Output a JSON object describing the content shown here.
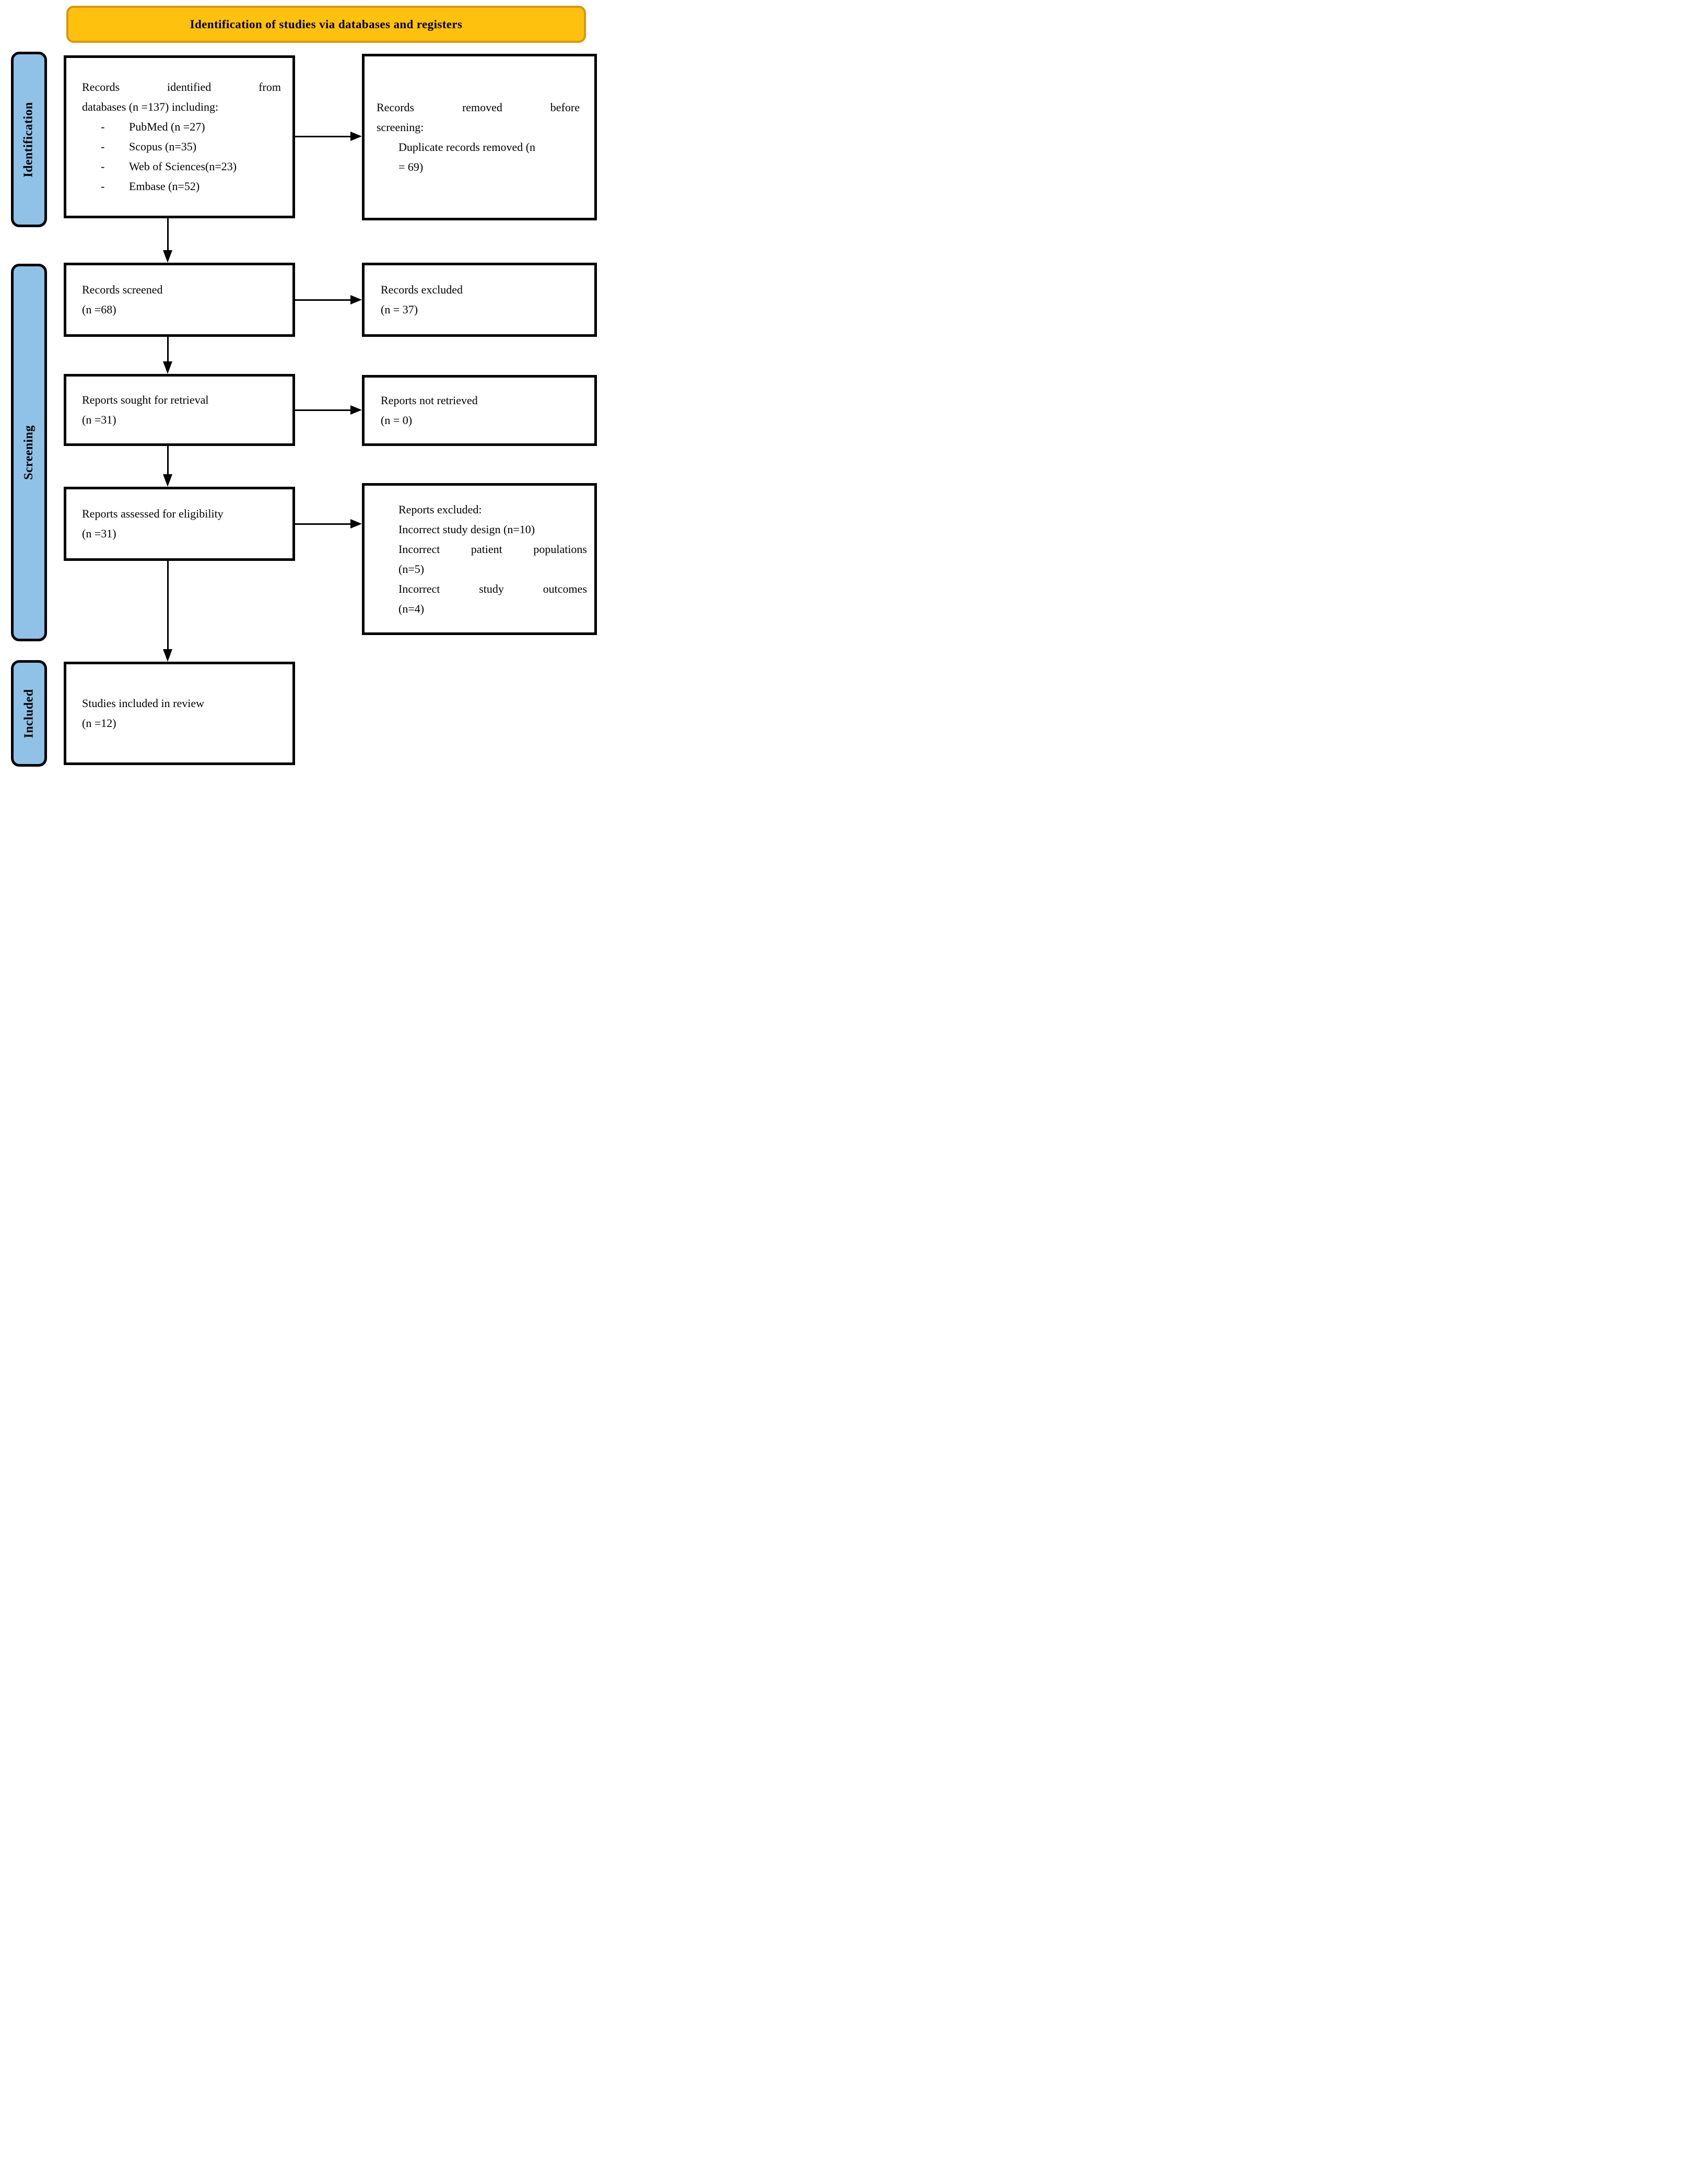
{
  "header": {
    "title": "Identification of studies via databases and registers"
  },
  "sidebar": {
    "identification": "Identification",
    "screening": "Screening",
    "included": "Included"
  },
  "bullet_marker": "-",
  "boxes": {
    "identified": {
      "lines": [
        "Records identified from",
        "databases (n =137) including:"
      ],
      "items": [
        "PubMed (n =27)",
        "Scopus (n=35)",
        "Web of Sciences(n=23)",
        "Embase (n=52)"
      ]
    },
    "removed": {
      "lines": [
        "Records removed before",
        "screening:",
        "Duplicate records removed (n",
        "= 69)"
      ]
    },
    "screened": {
      "lines": [
        "Records screened",
        "(n =68)"
      ]
    },
    "records_excluded": {
      "lines": [
        "Records excluded",
        "(n = 37)"
      ]
    },
    "sought": {
      "lines": [
        "Reports sought for retrieval",
        "(n =31)"
      ]
    },
    "not_retrieved": {
      "lines": [
        "Reports not retrieved",
        "(n = 0)"
      ]
    },
    "assessed": {
      "lines": [
        "Reports assessed for eligibility",
        "(n =31)"
      ]
    },
    "reports_excluded": {
      "lines": [
        "Reports excluded:",
        "Incorrect study design (n=10)",
        "Incorrect patient populations",
        "(n=5)",
        "Incorrect study outcomes",
        "(n=4)"
      ]
    },
    "included_studies": {
      "lines": [
        "Studies included in review",
        "(n =12)"
      ]
    }
  },
  "colors": {
    "header_fill": "#FEC10D",
    "header_border": "#D9960B",
    "sidebar_fill": "#90C2E7",
    "box_border": "#000000",
    "box_fill": "#FFFFFF",
    "arrow_color": "#000000",
    "text_color": "#000000"
  }
}
